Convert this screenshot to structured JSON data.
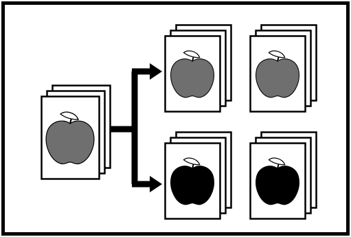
{
  "diagram": {
    "type": "copy-mode-illustration",
    "frame_color": "#000000",
    "page_color": "#ffffff",
    "source": {
      "stack_pages": 3,
      "apple_color": "#6f6f6f",
      "icon": "apple-icon"
    },
    "connector": {
      "color": "#000000",
      "branches": 2,
      "arrowheads": [
        "arrow-right-icon",
        "arrow-right-icon"
      ]
    },
    "outputs": [
      {
        "group": "top",
        "stacks": 2,
        "stack_pages": 3,
        "apple_color": "#6f6f6f",
        "icon": "apple-icon"
      },
      {
        "group": "bottom",
        "stacks": 2,
        "stack_pages": 3,
        "apple_color": "#000000",
        "icon": "apple-icon"
      }
    ]
  }
}
